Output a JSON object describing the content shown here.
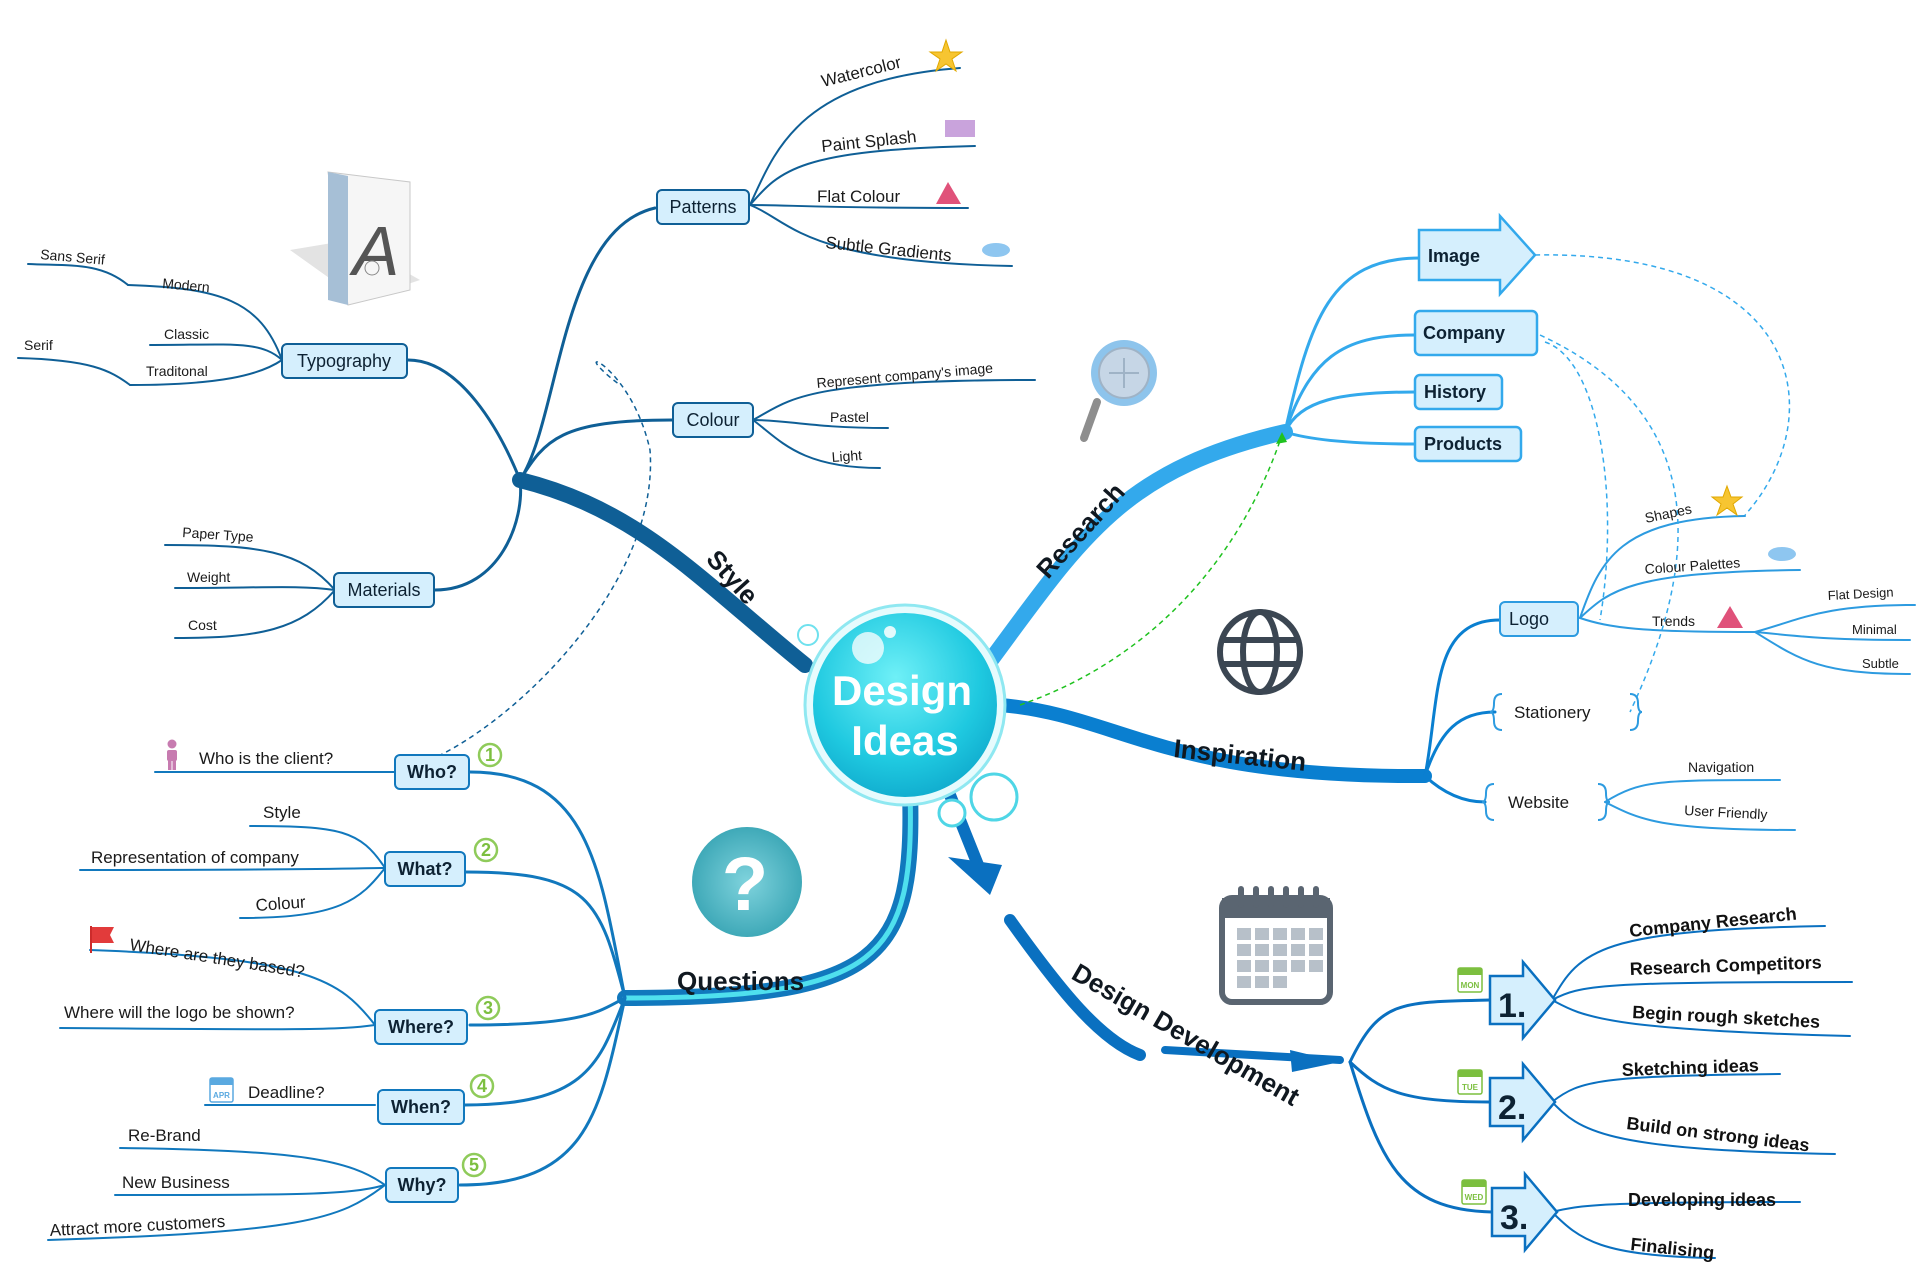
{
  "center": {
    "line1": "Design",
    "line2": "Ideas"
  },
  "branches": {
    "style": "Style",
    "research": "Research",
    "inspiration": "Inspiration",
    "questions": "Questions",
    "design_development": "Design Development"
  },
  "style": {
    "typography": {
      "label": "Typography",
      "modern": "Modern",
      "classic": "Classic",
      "traditonal": "Traditonal",
      "sans_serif": "Sans Serif",
      "serif": "Serif"
    },
    "patterns": {
      "label": "Patterns",
      "items": [
        "Watercolor",
        "Paint Splash",
        "Flat Colour",
        "Subtle Gradients"
      ]
    },
    "colour": {
      "label": "Colour",
      "items": [
        "Represent company's image",
        "Pastel",
        "Light"
      ]
    },
    "materials": {
      "label": "Materials",
      "items": [
        "Paper Type",
        "Weight",
        "Cost"
      ]
    }
  },
  "research": {
    "items": [
      "Image",
      "Company",
      "History",
      "Products"
    ]
  },
  "inspiration": {
    "logo": {
      "label": "Logo",
      "items": [
        "Shapes",
        "Colour Palettes",
        "Trends"
      ],
      "trends": [
        "Flat Design",
        "Minimal",
        "Subtle"
      ]
    },
    "stationery": "Stationery",
    "website": {
      "label": "Website",
      "items": [
        "Navigation",
        "User Friendly"
      ]
    }
  },
  "questions": {
    "who": {
      "label": "Who?",
      "badge": "1",
      "items": [
        "Who is the client?"
      ]
    },
    "what": {
      "label": "What?",
      "badge": "2",
      "items": [
        "Style",
        "Representation of company",
        "Colour"
      ]
    },
    "where": {
      "label": "Where?",
      "badge": "3",
      "items": [
        "Where are they based?",
        "Where will the logo be shown?"
      ]
    },
    "when": {
      "label": "When?",
      "badge": "4",
      "items": [
        "Deadline?"
      ],
      "calendar": "APR"
    },
    "why": {
      "label": "Why?",
      "badge": "5",
      "items": [
        "Re-Brand",
        "New Business",
        "Attract more customers"
      ]
    }
  },
  "design_development": {
    "steps": [
      {
        "label": "1.",
        "day": "MON",
        "items": [
          "Company Research",
          "Research Competitors",
          "Begin rough sketches"
        ]
      },
      {
        "label": "2.",
        "day": "TUE",
        "items": [
          "Sketching ideas",
          "Build on strong ideas"
        ]
      },
      {
        "label": "3.",
        "day": "WED",
        "items": [
          "Developing ideas",
          "Finalising"
        ]
      }
    ]
  },
  "icons": [
    "star-icon",
    "rectangle-icon",
    "triangle-icon",
    "ellipse-icon",
    "magnifier-icon",
    "globe-icon",
    "question-icon",
    "calendar-icon",
    "person-icon",
    "flag-icon",
    "typography-icon"
  ],
  "colors": {
    "style": "#0f5f96",
    "research": "#33a9ec",
    "inspiration": "#0a7fd0",
    "questions": "#1178bd",
    "development": "#0a70c0",
    "center": "#20d3e6",
    "box_fill": "#d5effd"
  }
}
